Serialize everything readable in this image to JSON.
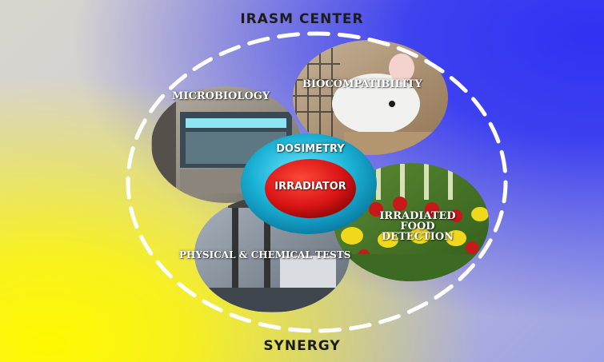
{
  "header": {
    "title": "IRASM CENTER"
  },
  "footer": {
    "title": "SYNERGY"
  },
  "labs": {
    "microbiology": "MICROBIOLOGY",
    "biocompatibility": "BIOCOMPATIBILITY",
    "physical_chemical": "PHYSICAL & CHEMICAL TESTS",
    "food_detection": [
      "IRRADIATED",
      "FOOD",
      "DETECTION"
    ]
  },
  "core": {
    "dosimetry": "DOSIMETRY",
    "irradiator": "IRRADIATOR"
  },
  "colors": {
    "dosimetry_ring": "#1bb3d6",
    "irradiator_core": "#d81414",
    "dashed_ring": "#ffffff"
  }
}
